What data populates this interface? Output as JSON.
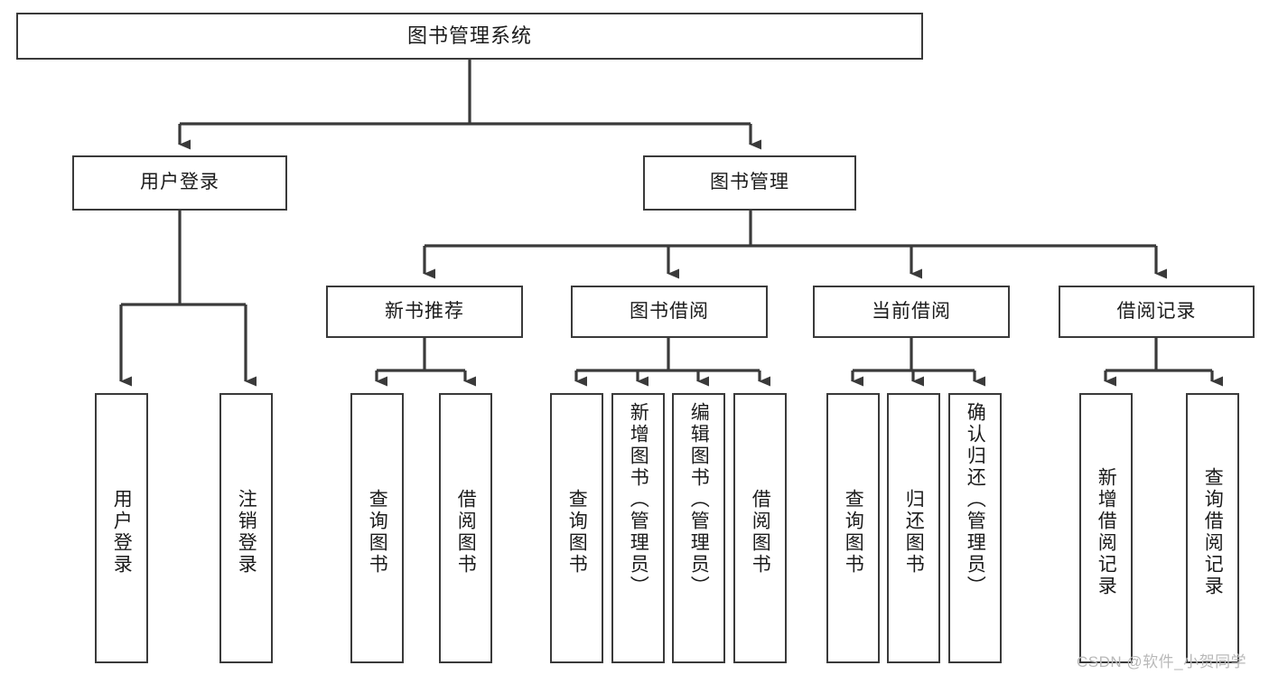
{
  "diagram": {
    "type": "tree-hierarchy-chart",
    "title": "图书管理系统",
    "colors": {
      "box_border": "#3a3a3a",
      "box_fill": "#ffffff",
      "edge": "#3a3a3a",
      "text": "#1b1b1b",
      "watermark": "#b9b9b9"
    },
    "nodes": {
      "root": {
        "label": "图书管理系统"
      },
      "level2": [
        {
          "id": "user-login",
          "label": "用户登录"
        },
        {
          "id": "book-management",
          "label": "图书管理"
        }
      ],
      "level3": [
        {
          "id": "new-book-recommend",
          "label": "新书推荐"
        },
        {
          "id": "book-borrow",
          "label": "图书借阅"
        },
        {
          "id": "current-borrow",
          "label": "当前借阅"
        },
        {
          "id": "borrow-record",
          "label": "借阅记录"
        }
      ],
      "leaves": {
        "user-login": [
          {
            "id": "user-login-leaf",
            "label": "用户登录"
          },
          {
            "id": "user-logout-leaf",
            "label": "注销登录"
          }
        ],
        "new-book-recommend": [
          {
            "id": "query-book-1",
            "label": "查询图书"
          },
          {
            "id": "borrow-book-1",
            "label": "借阅图书"
          }
        ],
        "book-borrow": [
          {
            "id": "query-book-2",
            "label": "查询图书"
          },
          {
            "id": "add-book",
            "label": "新增图书（管理员）"
          },
          {
            "id": "edit-book",
            "label": "编辑图书（管理员）"
          },
          {
            "id": "borrow-book-2",
            "label": "借阅图书"
          }
        ],
        "current-borrow": [
          {
            "id": "query-book-3",
            "label": "查询图书"
          },
          {
            "id": "return-book",
            "label": "归还图书"
          },
          {
            "id": "confirm-return",
            "label": "确认归还（管理员）"
          }
        ],
        "borrow-record": [
          {
            "id": "add-borrow-record",
            "label": "新增借阅记录"
          },
          {
            "id": "query-borrow-record",
            "label": "查询借阅记录"
          }
        ]
      }
    }
  },
  "watermark": {
    "text": "CSDN @软件_小贺同学"
  }
}
